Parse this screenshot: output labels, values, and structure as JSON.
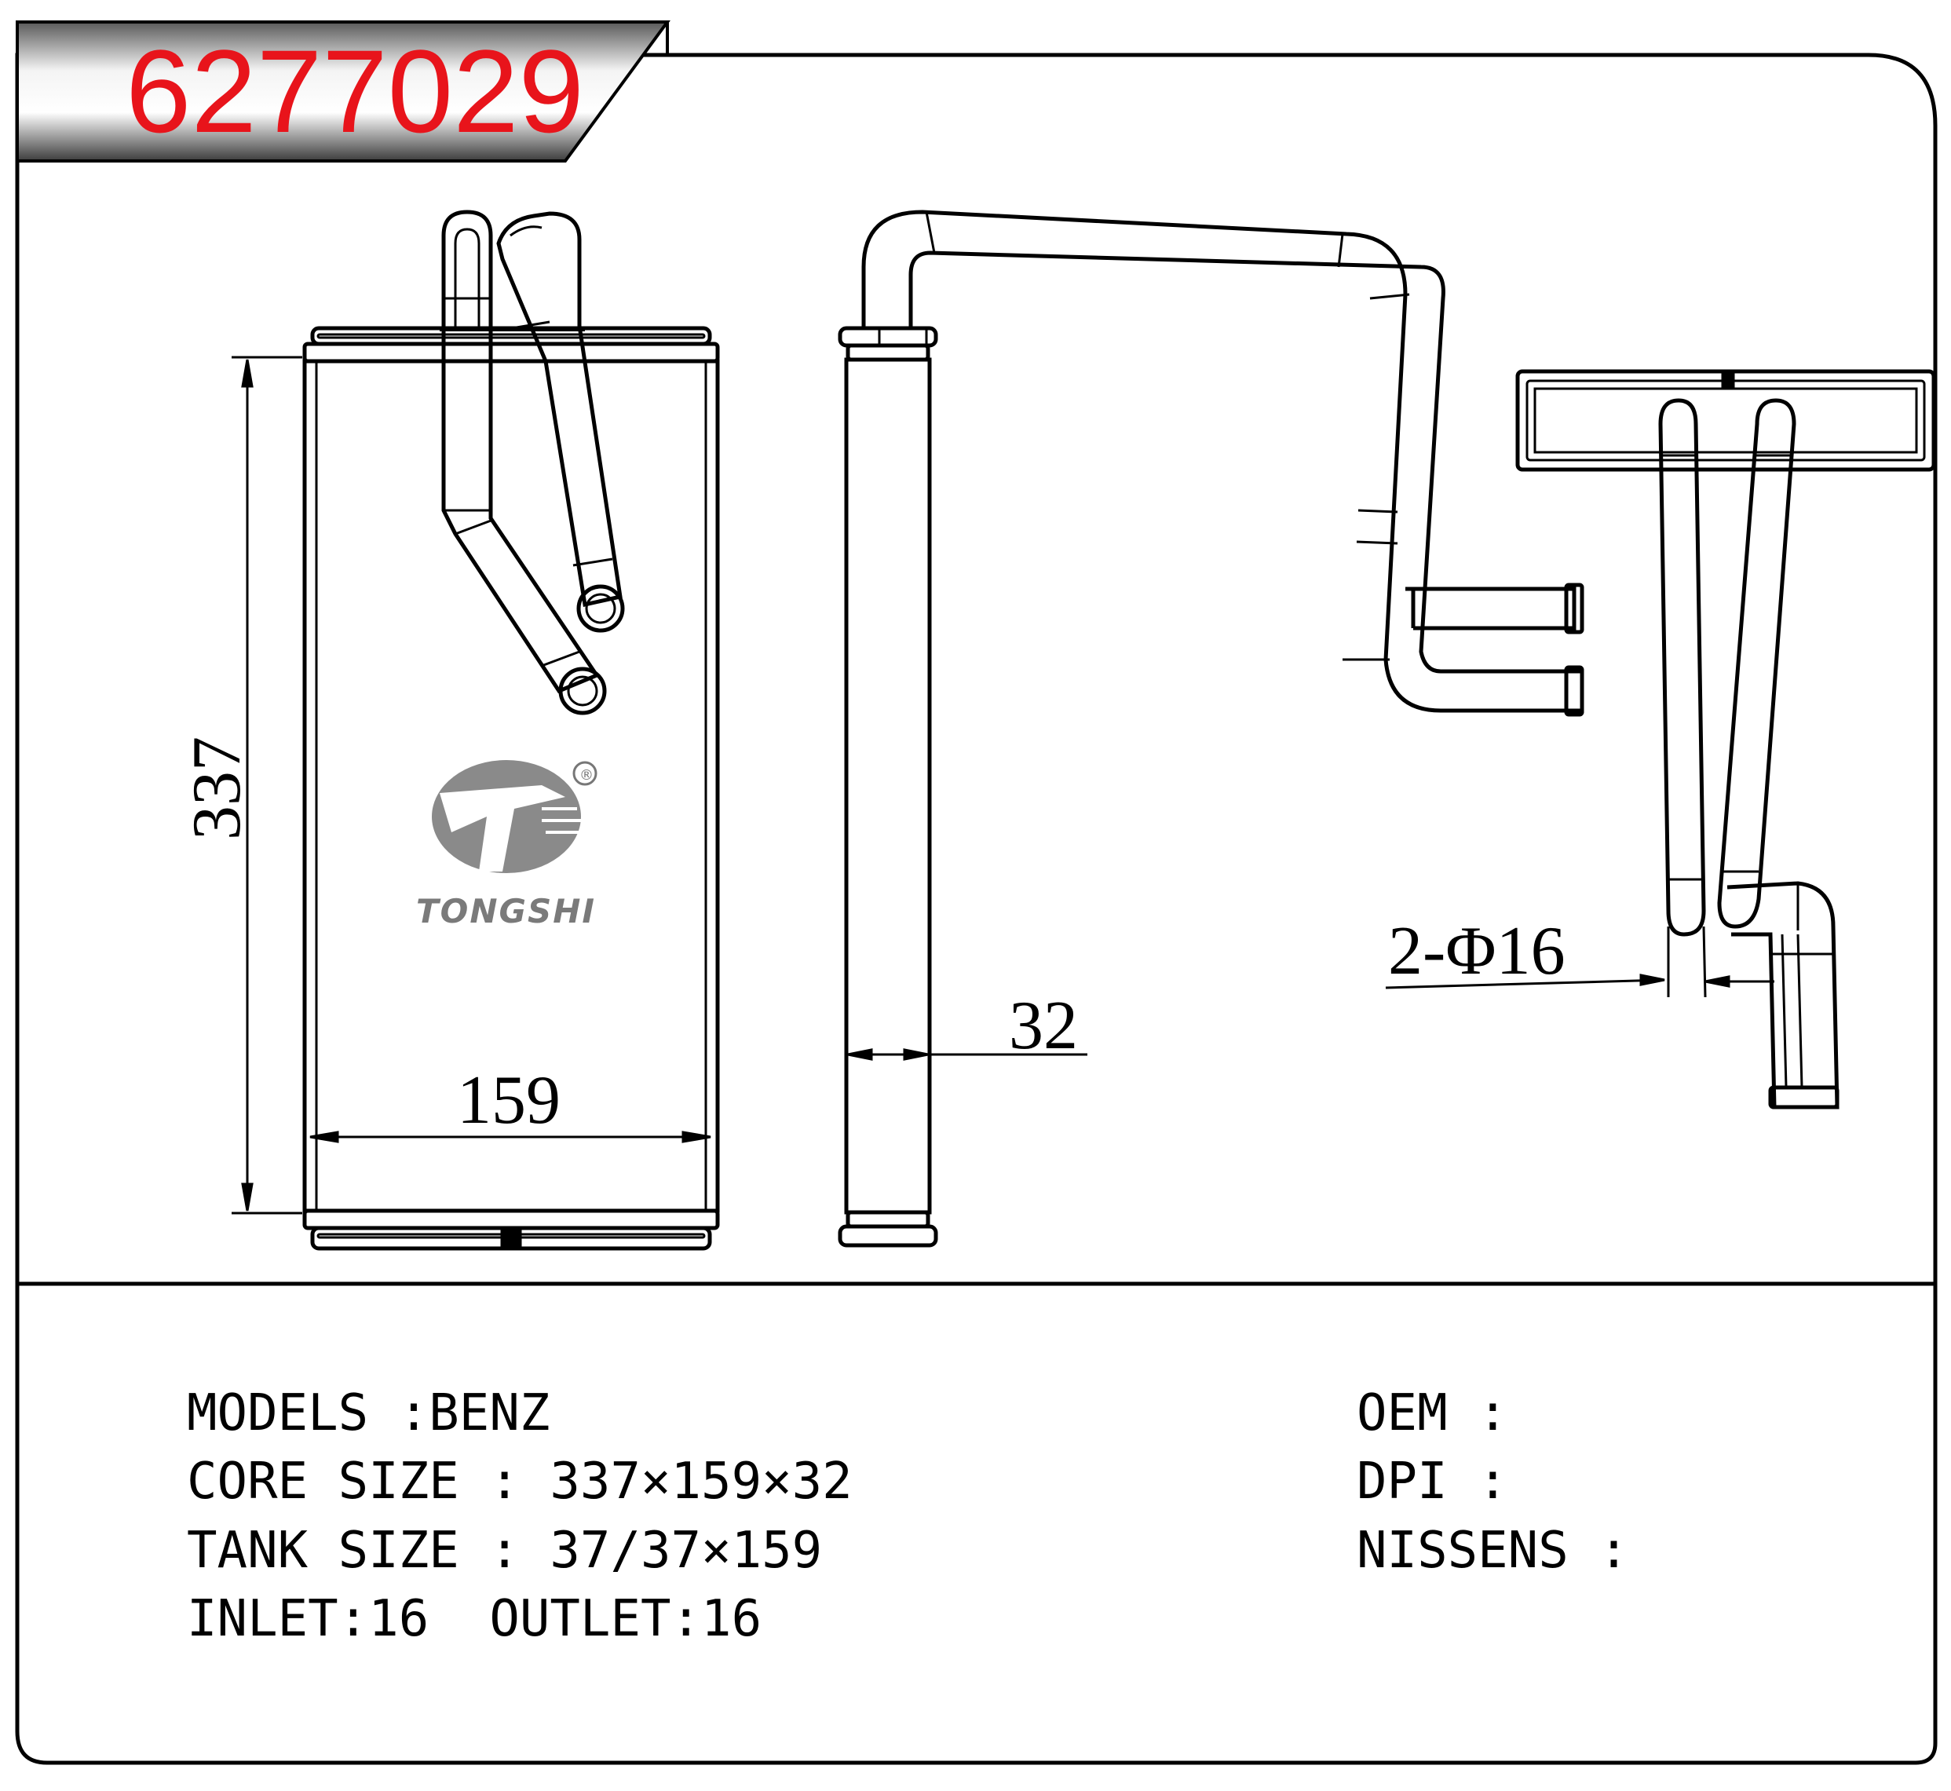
{
  "header": {
    "part_number": "6277029"
  },
  "brand": {
    "name": "TONGSHI",
    "registered_mark": "®"
  },
  "dimensions": {
    "height": "337",
    "width": "159",
    "depth": "32",
    "pipe_diameter": "2-Φ16"
  },
  "specs": {
    "models": "MODELS :BENZ",
    "core_size": "CORE SIZE : 337×159×32",
    "tank_size": "TANK SIZE : 37/37×159",
    "inlet_outlet": "INLET:16  OUTLET:16",
    "oem": "OEM :",
    "dpi": "DPI :",
    "nissens": "NISSENS :"
  },
  "colors": {
    "title_red": "#e8141b",
    "logo_gray": "#8a8a8a"
  }
}
